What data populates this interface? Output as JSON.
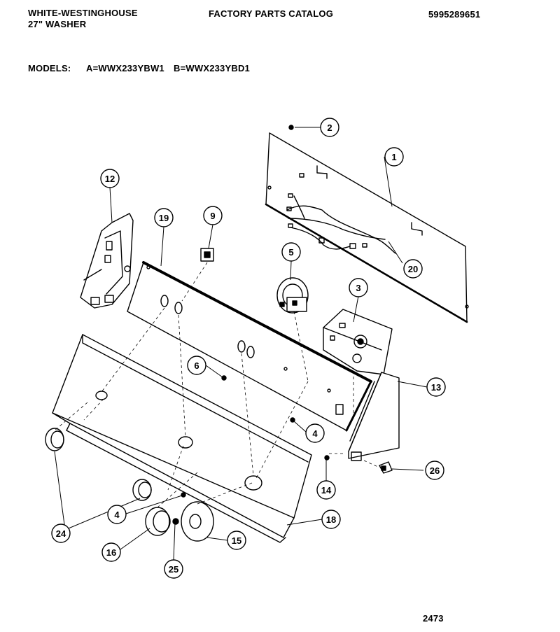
{
  "header": {
    "brand": "WHITE-WESTINGHOUSE",
    "product": "27\" WASHER",
    "catalog_title": "FACTORY PARTS CATALOG",
    "catalog_number": "5995289651"
  },
  "models": {
    "label": "MODELS:",
    "model_a": "A=WWX233YBW1",
    "model_b": "B=WWX233YBD1"
  },
  "callouts": [
    "1",
    "2",
    "3",
    "4",
    "4",
    "5",
    "6",
    "9",
    "12",
    "13",
    "14",
    "15",
    "16",
    "18",
    "19",
    "20",
    "24",
    "25",
    "26"
  ],
  "footer": {
    "page_number": "2473"
  }
}
